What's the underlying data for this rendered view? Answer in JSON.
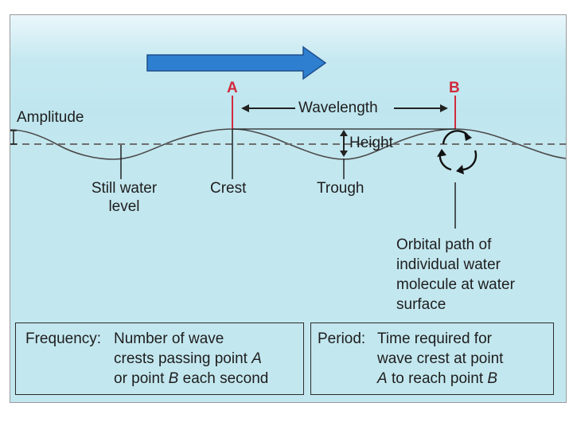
{
  "points": {
    "a": "A",
    "b": "B"
  },
  "labels": {
    "amplitude": "Amplitude",
    "wavelength": "Wavelength",
    "height": "Height",
    "still_water": [
      "Still water",
      "level"
    ],
    "crest": "Crest",
    "trough": "Trough",
    "orbital": [
      "Orbital path of",
      "individual water",
      "molecule at water",
      "surface"
    ]
  },
  "frequency_box": {
    "term": "Frequency:",
    "lines": [
      "Number of wave",
      "crests passing point A",
      "or point B each second"
    ]
  },
  "period_box": {
    "term": "Period:",
    "lines": [
      "Time required for",
      "wave crest at point",
      "A to reach point B"
    ]
  },
  "colors": {
    "arrow": "#2f7fd1",
    "point_marker": "#d12b3c",
    "water": "#c3e7ef",
    "line": "#333333"
  }
}
